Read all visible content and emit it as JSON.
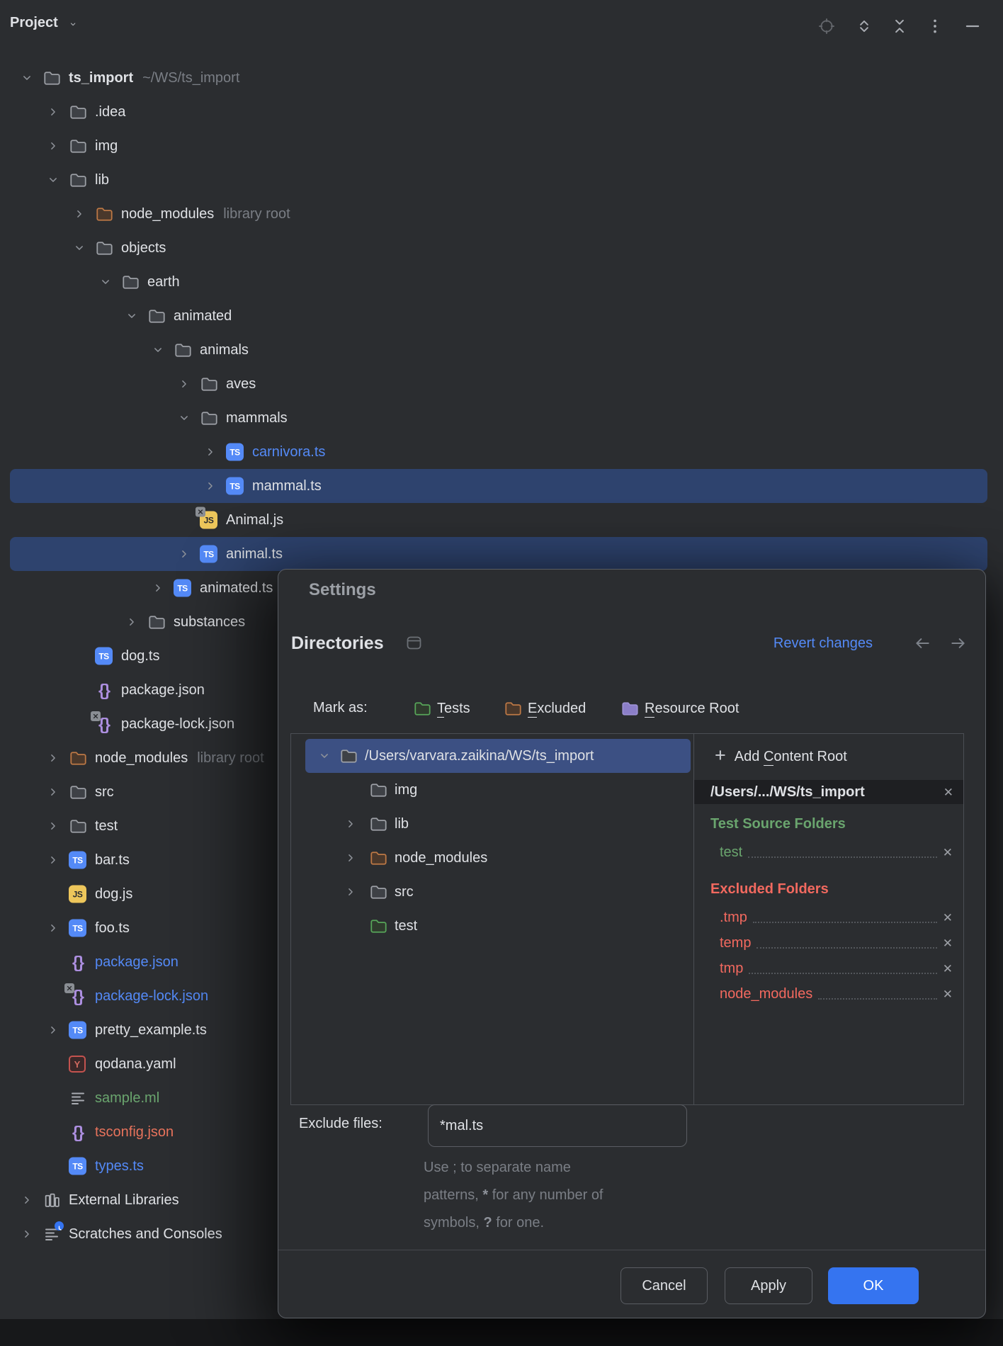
{
  "colors": {
    "text": "#DFE1E5",
    "grey": "#7A7E85",
    "blue": "#548AF7",
    "green": "#6AA56E",
    "salmon": "#E8735C",
    "red": "#F2695F",
    "selection_project": "#2E436E",
    "selection_dialog": "#3C5083",
    "accent_button": "#3574F0",
    "icon_grey": "#9DA0A6"
  },
  "project_panel": {
    "title": "Project",
    "header_icons": [
      {
        "name": "locate-icon"
      },
      {
        "name": "expand-all-icon"
      },
      {
        "name": "collapse-all-icon"
      },
      {
        "name": "more-options-icon"
      },
      {
        "name": "hide-panel-icon"
      }
    ],
    "tree": [
      {
        "l": 0,
        "chevron": "down",
        "icon": "folder",
        "name": "ts_import",
        "bold": true,
        "extra": "~/WS/ts_import"
      },
      {
        "l": 1,
        "chevron": "right",
        "icon": "folder",
        "name": ".idea"
      },
      {
        "l": 1,
        "chevron": "right",
        "icon": "folder",
        "name": "img"
      },
      {
        "l": 1,
        "chevron": "down",
        "icon": "folder",
        "name": "lib"
      },
      {
        "l": 2,
        "chevron": "right",
        "icon": "folder-orange",
        "name": "node_modules",
        "extra": "library root"
      },
      {
        "l": 2,
        "chevron": "down",
        "icon": "folder",
        "name": "objects"
      },
      {
        "l": 3,
        "chevron": "down",
        "icon": "folder",
        "name": "earth"
      },
      {
        "l": 4,
        "chevron": "down",
        "icon": "folder",
        "name": "animated"
      },
      {
        "l": 5,
        "chevron": "down",
        "icon": "folder",
        "name": "animals"
      },
      {
        "l": 6,
        "chevron": "right",
        "icon": "folder",
        "name": "aves"
      },
      {
        "l": 6,
        "chevron": "down",
        "icon": "folder",
        "name": "mammals"
      },
      {
        "l": 7,
        "chevron": "right",
        "icon": "ts",
        "name": "carnivora.ts",
        "color": "blue"
      },
      {
        "l": 7,
        "chevron": "right",
        "icon": "ts",
        "name": "mammal.ts",
        "selected": true
      },
      {
        "l": 6,
        "icon": "js",
        "name": "Animal.js",
        "badge": true
      },
      {
        "l": 6,
        "chevron": "right",
        "icon": "ts",
        "name": "animal.ts",
        "selected": true
      },
      {
        "l": 5,
        "chevron": "right",
        "icon": "ts",
        "name": "animated.ts"
      },
      {
        "l": 4,
        "chevron": "right",
        "icon": "folder",
        "name": "substances"
      },
      {
        "l": 2,
        "icon": "ts",
        "name": "dog.ts"
      },
      {
        "l": 2,
        "icon": "json",
        "name": "package.json"
      },
      {
        "l": 2,
        "icon": "json",
        "name": "package-lock.json",
        "badge": true
      },
      {
        "l": 1,
        "chevron": "right",
        "icon": "folder-orange",
        "name": "node_modules",
        "extra": "library root"
      },
      {
        "l": 1,
        "chevron": "right",
        "icon": "folder",
        "name": "src"
      },
      {
        "l": 1,
        "chevron": "right",
        "icon": "folder",
        "name": "test"
      },
      {
        "l": 1,
        "chevron": "right",
        "icon": "ts",
        "name": "bar.ts"
      },
      {
        "l": 1,
        "icon": "js",
        "name": "dog.js"
      },
      {
        "l": 1,
        "chevron": "right",
        "icon": "ts",
        "name": "foo.ts"
      },
      {
        "l": 1,
        "icon": "json",
        "name": "package.json",
        "color": "blue"
      },
      {
        "l": 1,
        "icon": "json",
        "name": "package-lock.json",
        "color": "blue",
        "badge": true
      },
      {
        "l": 1,
        "chevron": "right",
        "icon": "ts",
        "name": "pretty_example.ts"
      },
      {
        "l": 1,
        "icon": "yaml",
        "name": "qodana.yaml"
      },
      {
        "l": 1,
        "icon": "lines",
        "name": "sample.ml",
        "color": "green"
      },
      {
        "l": 1,
        "icon": "json",
        "name": "tsconfig.json",
        "color": "salmon"
      },
      {
        "l": 1,
        "icon": "ts",
        "name": "types.ts",
        "color": "blue"
      },
      {
        "l": 0,
        "chevron": "right",
        "icon": "extlib",
        "name": "External Libraries"
      },
      {
        "l": 0,
        "chevron": "right",
        "icon": "scratches",
        "name": "Scratches and Consoles"
      }
    ]
  },
  "dialog": {
    "title": "Settings",
    "page_title": "Directories",
    "revert_link": "Revert changes",
    "mark_as": {
      "label": "Mark as:",
      "chips": [
        {
          "label": "Tests",
          "underline": 0,
          "folder": "folder-green"
        },
        {
          "label": "Excluded",
          "underline": 0,
          "folder": "folder-orange"
        },
        {
          "label": "Resource Root",
          "underline": 0,
          "folder": "folder-purple"
        }
      ]
    },
    "dir_tree": [
      {
        "l": 0,
        "chevron": "down",
        "icon": "folder",
        "name": "/Users/varvara.zaikina/WS/ts_import",
        "selected": true
      },
      {
        "l": 1,
        "icon": "folder",
        "name": "img"
      },
      {
        "l": 1,
        "chevron": "right",
        "icon": "folder",
        "name": "lib"
      },
      {
        "l": 1,
        "chevron": "right",
        "icon": "folder-orange",
        "name": "node_modules"
      },
      {
        "l": 1,
        "chevron": "right",
        "icon": "folder",
        "name": "src"
      },
      {
        "l": 1,
        "icon": "folder-green",
        "name": "test"
      }
    ],
    "content_roots": {
      "add_label": "Add Content Root",
      "add_underline": 4,
      "root_path": "/Users/.../WS/ts_import",
      "groups": [
        {
          "title": "Test Source Folders",
          "color": "green",
          "items": [
            "test"
          ]
        },
        {
          "title": "Excluded Folders",
          "color": "red",
          "items": [
            ".tmp",
            "temp",
            "tmp",
            "node_modules"
          ]
        }
      ]
    },
    "exclude": {
      "label": "Exclude files:",
      "value": "*mal.ts",
      "help_lines": [
        {
          "segments": [
            {
              "t": "Use ; to separate name"
            }
          ]
        },
        {
          "segments": [
            {
              "t": "patterns, "
            },
            {
              "t": "*",
              "b": true
            },
            {
              "t": " for any number of"
            }
          ]
        },
        {
          "segments": [
            {
              "t": "symbols, "
            },
            {
              "t": "?",
              "b": true
            },
            {
              "t": " for one."
            }
          ]
        }
      ]
    },
    "buttons": {
      "cancel": "Cancel",
      "apply": "Apply",
      "ok": "OK"
    }
  }
}
